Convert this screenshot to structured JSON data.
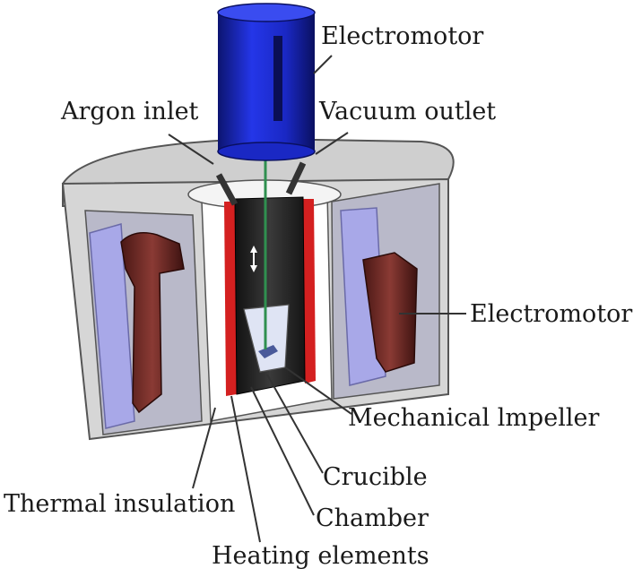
{
  "labels": {
    "electromotor_top": "Electromotor",
    "argon_inlet": "Argon inlet",
    "vacuum_outlet": "Vacuum outlet",
    "electromotor_right": "Electromotor",
    "mechanical_impeller": "Mechanical lmpeller",
    "crucible": "Crucible",
    "thermal_insulation": "Thermal insulation",
    "chamber": "Chamber",
    "heating_elements": "Heating elements"
  },
  "colors": {
    "motor_blue": "#1e2fd6",
    "housing_gray": "#c8c8c8",
    "coil_brown": "#6e2a26",
    "lining_lavender": "#a8a8e8",
    "heater_red": "#d42020",
    "chamber_dark": "#2a2a2a",
    "shaft_green": "#2f8f4f"
  }
}
